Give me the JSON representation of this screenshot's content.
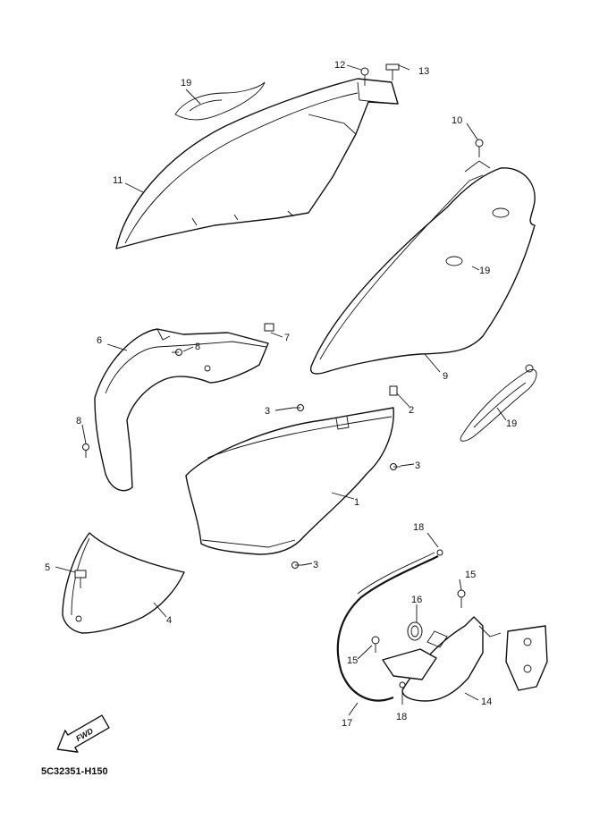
{
  "diagram": {
    "reference_code": "5C32351-H150",
    "fwd_label": "FWD",
    "callouts": {
      "c1": "1",
      "c2": "2",
      "c3a": "3",
      "c3b": "3",
      "c3c": "3",
      "c4": "4",
      "c5": "5",
      "c6": "6",
      "c7": "7",
      "c8a": "8",
      "c8b": "8",
      "c9": "9",
      "c10": "10",
      "c11": "11",
      "c12": "12",
      "c13": "13",
      "c14": "14",
      "c15a": "15",
      "c15b": "15",
      "c16": "16",
      "c17": "17",
      "c18a": "18",
      "c18b": "18",
      "c19a": "19",
      "c19b": "19",
      "c19c": "19"
    }
  }
}
